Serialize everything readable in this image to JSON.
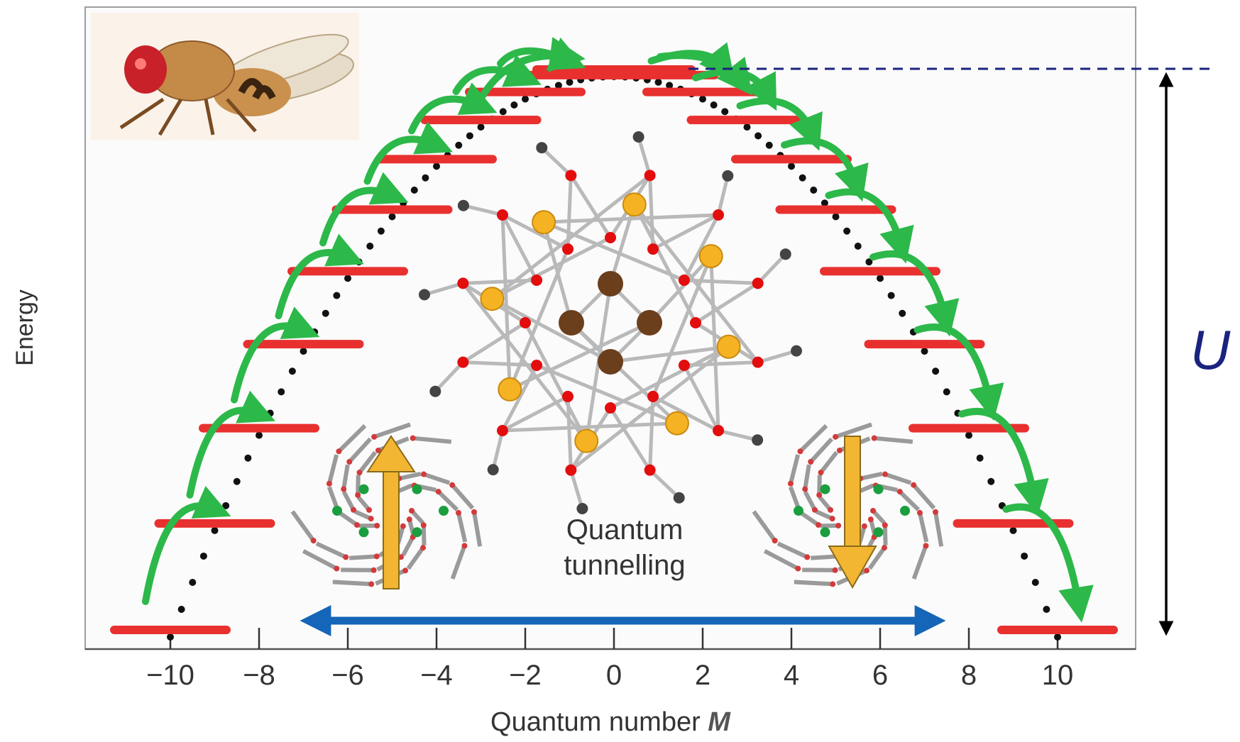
{
  "title": "",
  "axes": {
    "ylabel": "Energy",
    "xlabel_prefix": "Quantum number ",
    "xlabel_symbol": "M",
    "xticks": [
      "−10",
      "−8",
      "−6",
      "−4",
      "−2",
      "0",
      "2",
      "4",
      "6",
      "8",
      "10"
    ]
  },
  "annotations": {
    "barrier_symbol": "U",
    "tunnelling_line1": "Quantum",
    "tunnelling_line2": "tunnelling"
  },
  "colors": {
    "levels": "#e8302f",
    "hops": "#2db84a",
    "tunnel_arrow": "#1565b8",
    "spin_arrow": "#f2b632",
    "barrier_text": "#1a237e",
    "dots": "#111111"
  },
  "images": {
    "fly": "fruit-fly illustration",
    "molecule": "molecular magnet cluster (Fe8) ball-and-stick model",
    "spin_up_molecule": "molecule with spin-up arrow",
    "spin_down_molecule": "molecule with spin-down arrow"
  },
  "chart_data": {
    "type": "scatter",
    "description_levels": "Energy levels E(M) = -D M^2 for M = -10..10 (Fe8 S=10 ground state)",
    "x": [
      -10,
      -9,
      -8,
      -7,
      -6,
      -5,
      -4,
      -3,
      -2,
      -1,
      0,
      1,
      2,
      3,
      4,
      5,
      6,
      7,
      8,
      9,
      10
    ],
    "y": [
      0,
      19,
      36,
      51,
      64,
      75,
      84,
      91,
      96,
      99,
      100,
      99,
      96,
      91,
      84,
      75,
      64,
      51,
      36,
      19,
      0
    ],
    "xlim": [
      -12,
      12
    ],
    "ylim": [
      0,
      100
    ],
    "xlabel": "Quantum number M",
    "ylabel": "Energy"
  }
}
